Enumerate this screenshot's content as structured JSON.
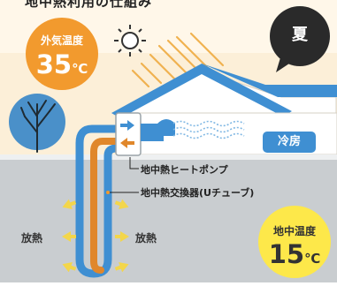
{
  "title": "地中熱利用の仕組み",
  "season_badge": "夏",
  "outside_temp": {
    "label": "外気温度",
    "value": "35",
    "unit": "℃"
  },
  "ground_temp": {
    "label": "地中温度",
    "value": "15",
    "unit": "℃"
  },
  "cooling_label": "冷房",
  "callouts": {
    "heat_pump": "地中熱ヒートポンプ",
    "heat_exchanger": "地中熱交換器(Uチューブ)"
  },
  "heat_release_label": "放熱",
  "colors": {
    "orange": "#f29a2e",
    "yellow": "#fde84a",
    "blue": "#3f8fd2",
    "dark": "#2a2a2a",
    "sky": "#fcefd8",
    "ground": "#c9cdd0",
    "pipe_blue": "#3f8fd2",
    "pipe_orange": "#e0872b"
  },
  "icons": [
    "sun-icon",
    "bare-tree-icon",
    "house-icon",
    "heat-pump-icon",
    "cool-air-icon",
    "heat-arrow-icon"
  ]
}
